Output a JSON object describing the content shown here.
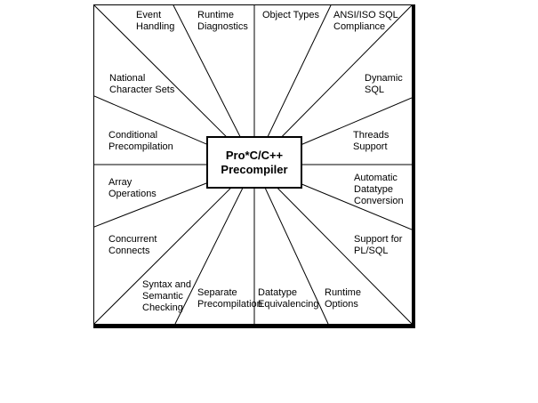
{
  "diagram": {
    "type": "radial-feature-diagram",
    "center": {
      "label": "Pro*C/C++\nPrecompiler"
    },
    "features": [
      {
        "id": "event-handling",
        "label": "Event\nHandling"
      },
      {
        "id": "runtime-diagnostics",
        "label": "Runtime\nDiagnostics"
      },
      {
        "id": "object-types",
        "label": "Object Types"
      },
      {
        "id": "ansi-iso-sql-compliance",
        "label": "ANSI/ISO SQL\nCompliance"
      },
      {
        "id": "national-character-sets",
        "label": "National\nCharacter Sets"
      },
      {
        "id": "dynamic-sql",
        "label": "Dynamic\nSQL"
      },
      {
        "id": "conditional-precompilation",
        "label": "Conditional\nPrecompilation"
      },
      {
        "id": "threads-support",
        "label": "Threads\nSupport"
      },
      {
        "id": "array-operations",
        "label": "Array\nOperations"
      },
      {
        "id": "automatic-datatype-conversion",
        "label": "Automatic\nDatatype\nConversion"
      },
      {
        "id": "concurrent-connects",
        "label": "Concurrent\nConnects"
      },
      {
        "id": "support-for-pl-sql",
        "label": "Support for\nPL/SQL"
      },
      {
        "id": "syntax-and-semantic-checking",
        "label": "Syntax and\nSemantic\nChecking"
      },
      {
        "id": "separate-precompilation",
        "label": "Separate\nPrecompilation"
      },
      {
        "id": "datatype-equivalencing",
        "label": "Datatype\nEquivalencing"
      },
      {
        "id": "runtime-options",
        "label": "Runtime\nOptions"
      }
    ],
    "colors": {
      "line": "#000000",
      "background": "#ffffff",
      "text": "#000000"
    }
  }
}
